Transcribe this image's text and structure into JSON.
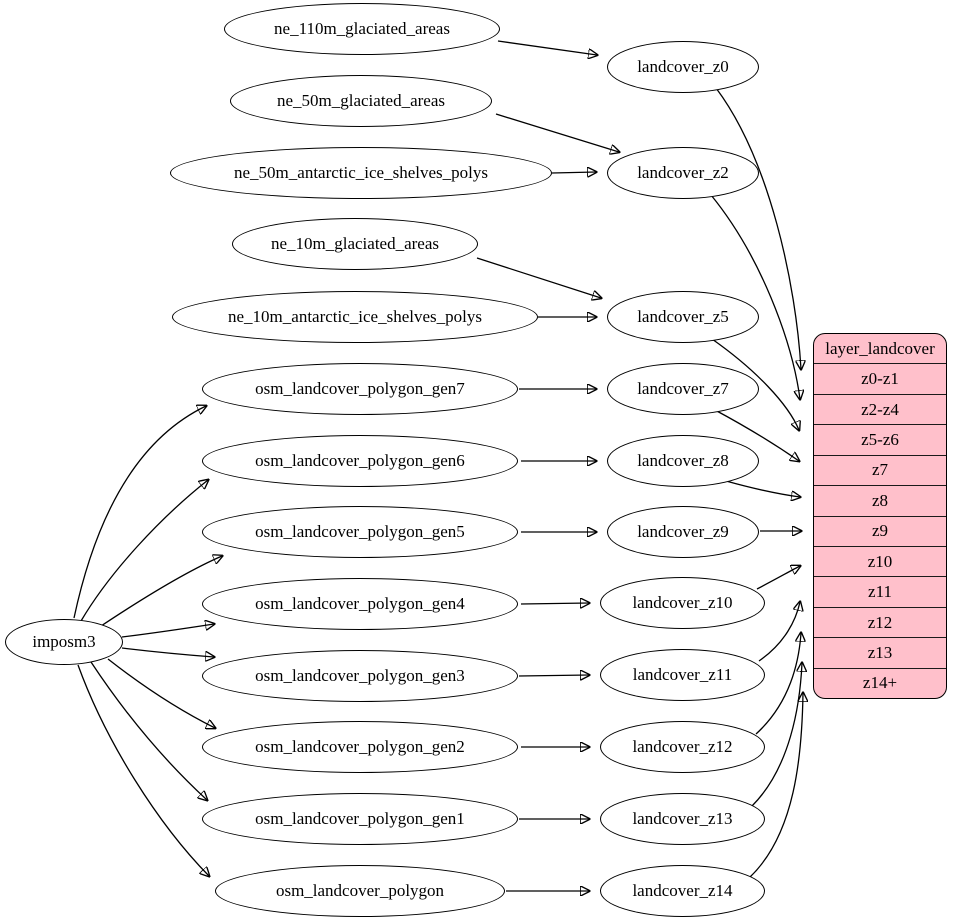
{
  "diagram": {
    "kind": "etl-dependency-graph",
    "colors": {
      "background": "#ffffff",
      "node_fill": "#ffffff",
      "node_stroke": "#000000",
      "edge": "#000000",
      "table_fill": "#ffc0cb",
      "table_stroke": "#000000"
    },
    "nodes": {
      "imposm3": "imposm3",
      "ne_110m_glaciated_areas": "ne_110m_glaciated_areas",
      "ne_50m_glaciated_areas": "ne_50m_glaciated_areas",
      "ne_50m_antarctic_ice_shelves_polys": "ne_50m_antarctic_ice_shelves_polys",
      "ne_10m_glaciated_areas": "ne_10m_glaciated_areas",
      "ne_10m_antarctic_ice_shelves_polys": "ne_10m_antarctic_ice_shelves_polys",
      "osm_landcover_polygon_gen7": "osm_landcover_polygon_gen7",
      "osm_landcover_polygon_gen6": "osm_landcover_polygon_gen6",
      "osm_landcover_polygon_gen5": "osm_landcover_polygon_gen5",
      "osm_landcover_polygon_gen4": "osm_landcover_polygon_gen4",
      "osm_landcover_polygon_gen3": "osm_landcover_polygon_gen3",
      "osm_landcover_polygon_gen2": "osm_landcover_polygon_gen2",
      "osm_landcover_polygon_gen1": "osm_landcover_polygon_gen1",
      "osm_landcover_polygon": "osm_landcover_polygon",
      "landcover_z0": "landcover_z0",
      "landcover_z2": "landcover_z2",
      "landcover_z5": "landcover_z5",
      "landcover_z7": "landcover_z7",
      "landcover_z8": "landcover_z8",
      "landcover_z9": "landcover_z9",
      "landcover_z10": "landcover_z10",
      "landcover_z11": "landcover_z11",
      "landcover_z12": "landcover_z12",
      "landcover_z13": "landcover_z13",
      "landcover_z14": "landcover_z14"
    },
    "table": {
      "title": "layer_landcover",
      "rows": [
        "z0-z1",
        "z2-z4",
        "z5-z6",
        "z7",
        "z8",
        "z9",
        "z10",
        "z11",
        "z12",
        "z13",
        "z14+"
      ]
    },
    "edges": [
      {
        "from": "imposm3",
        "to": "osm_landcover_polygon_gen7"
      },
      {
        "from": "imposm3",
        "to": "osm_landcover_polygon_gen6"
      },
      {
        "from": "imposm3",
        "to": "osm_landcover_polygon_gen5"
      },
      {
        "from": "imposm3",
        "to": "osm_landcover_polygon_gen4"
      },
      {
        "from": "imposm3",
        "to": "osm_landcover_polygon_gen3"
      },
      {
        "from": "imposm3",
        "to": "osm_landcover_polygon_gen2"
      },
      {
        "from": "imposm3",
        "to": "osm_landcover_polygon_gen1"
      },
      {
        "from": "imposm3",
        "to": "osm_landcover_polygon"
      },
      {
        "from": "ne_110m_glaciated_areas",
        "to": "landcover_z0"
      },
      {
        "from": "ne_50m_glaciated_areas",
        "to": "landcover_z2"
      },
      {
        "from": "ne_50m_antarctic_ice_shelves_polys",
        "to": "landcover_z2"
      },
      {
        "from": "ne_10m_glaciated_areas",
        "to": "landcover_z5"
      },
      {
        "from": "ne_10m_antarctic_ice_shelves_polys",
        "to": "landcover_z5"
      },
      {
        "from": "osm_landcover_polygon_gen7",
        "to": "landcover_z7"
      },
      {
        "from": "osm_landcover_polygon_gen6",
        "to": "landcover_z8"
      },
      {
        "from": "osm_landcover_polygon_gen5",
        "to": "landcover_z9"
      },
      {
        "from": "osm_landcover_polygon_gen4",
        "to": "landcover_z10"
      },
      {
        "from": "osm_landcover_polygon_gen3",
        "to": "landcover_z11"
      },
      {
        "from": "osm_landcover_polygon_gen2",
        "to": "landcover_z12"
      },
      {
        "from": "osm_landcover_polygon_gen1",
        "to": "landcover_z13"
      },
      {
        "from": "osm_landcover_polygon",
        "to": "landcover_z14"
      },
      {
        "from": "landcover_z0",
        "to": "layer_landcover.z0-z1"
      },
      {
        "from": "landcover_z2",
        "to": "layer_landcover.z2-z4"
      },
      {
        "from": "landcover_z5",
        "to": "layer_landcover.z5-z6"
      },
      {
        "from": "landcover_z7",
        "to": "layer_landcover.z7"
      },
      {
        "from": "landcover_z8",
        "to": "layer_landcover.z8"
      },
      {
        "from": "landcover_z9",
        "to": "layer_landcover.z9"
      },
      {
        "from": "landcover_z10",
        "to": "layer_landcover.z10"
      },
      {
        "from": "landcover_z11",
        "to": "layer_landcover.z11"
      },
      {
        "from": "landcover_z12",
        "to": "layer_landcover.z12"
      },
      {
        "from": "landcover_z13",
        "to": "layer_landcover.z13"
      },
      {
        "from": "landcover_z14",
        "to": "layer_landcover.z14+"
      }
    ]
  }
}
